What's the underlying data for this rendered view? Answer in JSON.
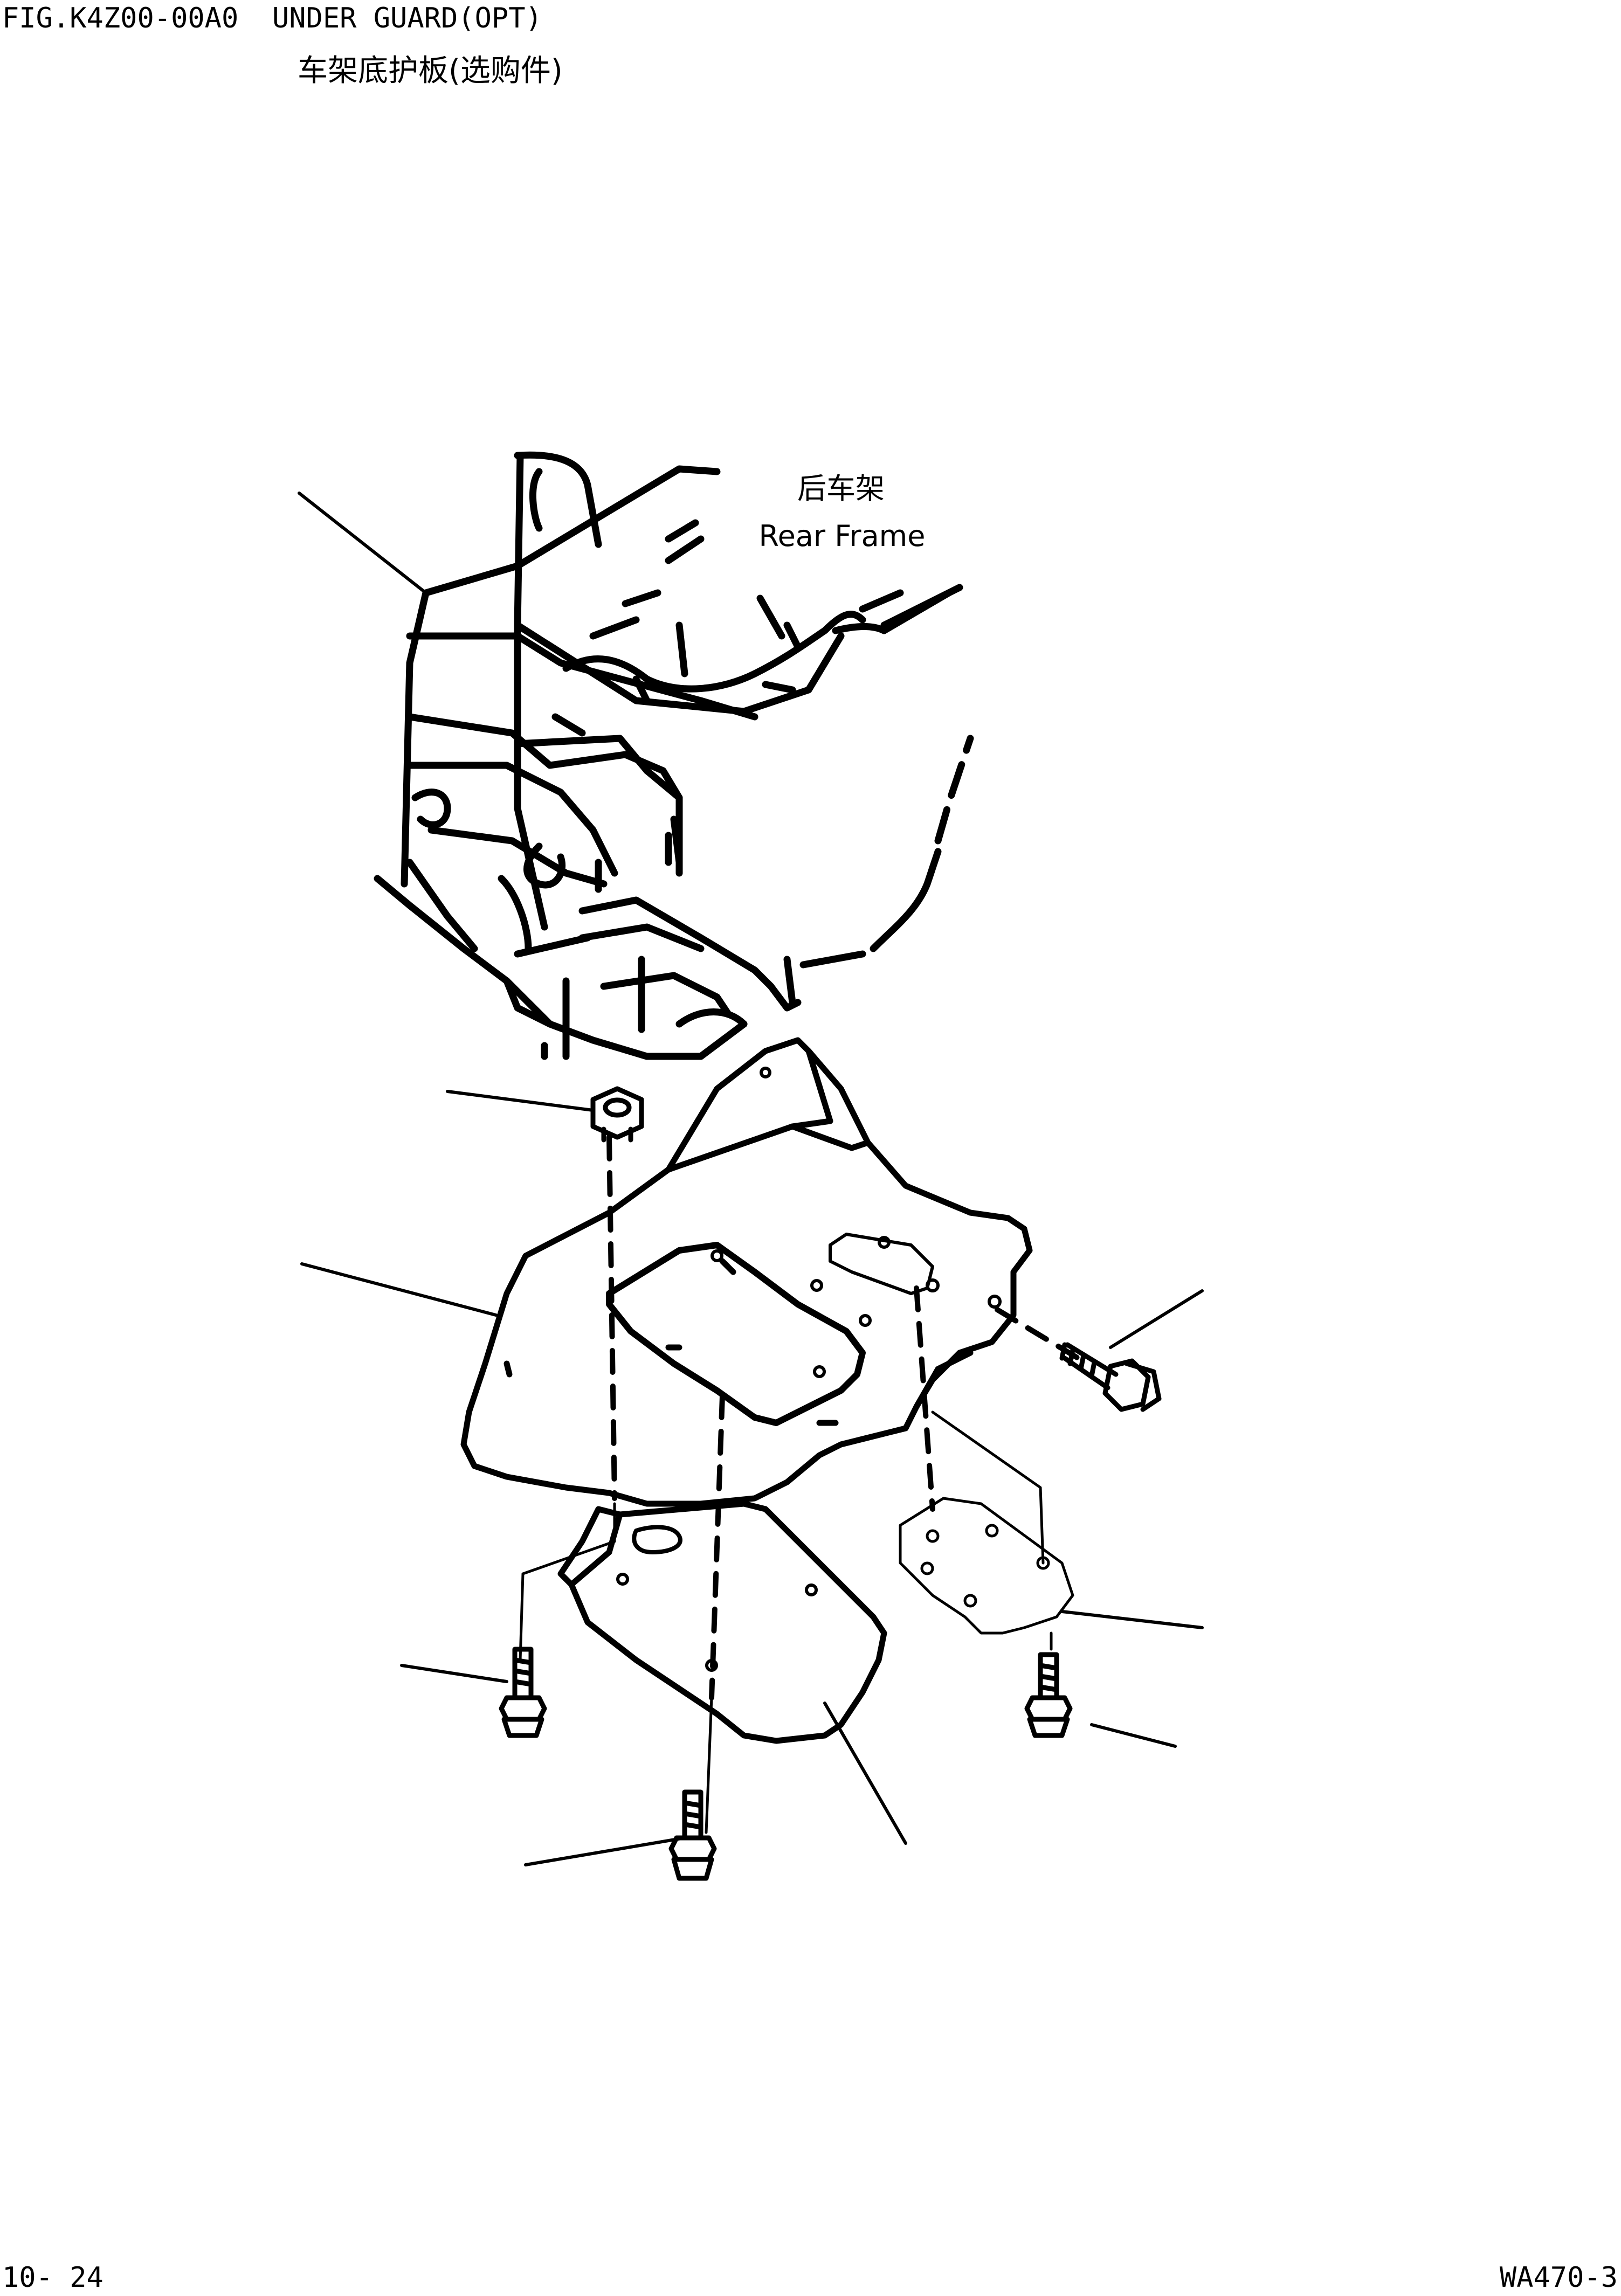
{
  "header": {
    "figure_title": "FIG.K4Z00-00A0  UNDER GUARD(OPT)",
    "figure_subtitle_cn": "车架底护板(选购件)"
  },
  "diagram": {
    "label_cn": "后车架",
    "label_en": "Rear Frame"
  },
  "footer": {
    "page_number": "10- 24",
    "model_code": "WA470-3"
  }
}
